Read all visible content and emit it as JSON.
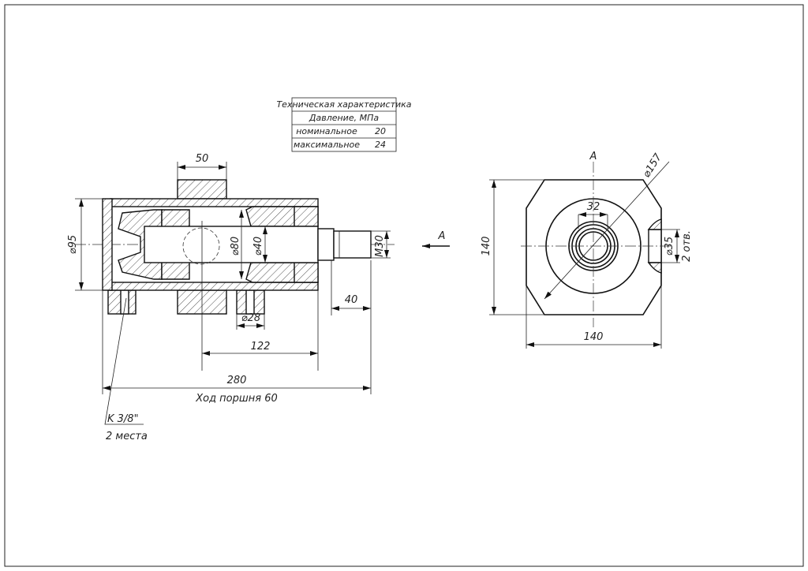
{
  "spec_table": {
    "title": "Техническая характеристика",
    "pressure_header": "Давление, МПа",
    "rows": [
      {
        "label": "номинальное",
        "value": "20"
      },
      {
        "label": "максимальное",
        "value": "24"
      }
    ]
  },
  "side_view": {
    "dim_flange_width": "50",
    "dim_body_dia": "⌀95",
    "dim_piston_dia": "⌀80",
    "dim_rod_dia": "⌀40",
    "dim_thread": "M30",
    "dim_thread_len": "40",
    "dim_port_dia": "⌀28",
    "dim_122": "122",
    "dim_total": "280",
    "stroke_label": "Ход поршня 60",
    "port_thread": "K 3/8\"",
    "port_count": "2 места",
    "view_marker": "A"
  },
  "end_view": {
    "title": "A",
    "dim_diag": "⌀157",
    "dim_32": "32",
    "dim_height": "140",
    "dim_width": "140",
    "dim_hole": "⌀35",
    "hole_count": "2 отв."
  }
}
